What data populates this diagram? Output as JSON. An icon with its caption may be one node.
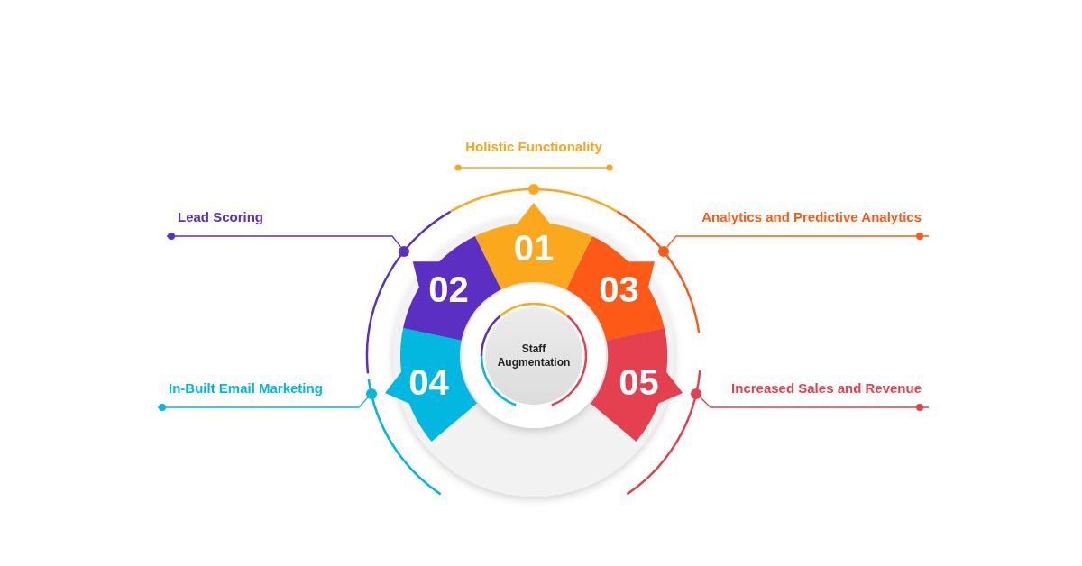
{
  "diagram": {
    "nodes": [
      {
        "text": [
          "Holistic Functionality"
        ]
      },
      {
        "text": [
          "Lead Scoring"
        ]
      },
      {
        "text": [
          "Analytics and Predictive Analytics"
        ]
      },
      {
        "text": [
          "In-Built Email Marketing"
        ]
      },
      {
        "text": [
          "Increased Sales and Revenue"
        ]
      },
      {
        "text": [
          "01"
        ]
      },
      {
        "text": [
          "02"
        ]
      },
      {
        "text": [
          "03"
        ]
      },
      {
        "text": [
          "04"
        ]
      },
      {
        "text": [
          "05"
        ]
      },
      {
        "text": [
          "Staff Augmentation"
        ]
      },
      {
        "text": [],
        "shape": "circle"
      },
      {
        "text": [],
        "shape": "circle"
      },
      {
        "text": [],
        "shape": "circle"
      },
      {
        "text": [],
        "shape": "circle"
      }
    ],
    "edges": [
      {
        "from": 1,
        "to": 11,
        "arrow": "none",
        "color": "#5a2fc2"
      },
      {
        "from": 2,
        "to": 12,
        "arrow": "none",
        "color": "#fe5a17"
      },
      {
        "from": 3,
        "to": 13,
        "arrow": "none",
        "color": "#02b8e0"
      },
      {
        "from": 4,
        "to": 14,
        "arrow": "none",
        "color": "#e5404f"
      }
    ]
  }
}
